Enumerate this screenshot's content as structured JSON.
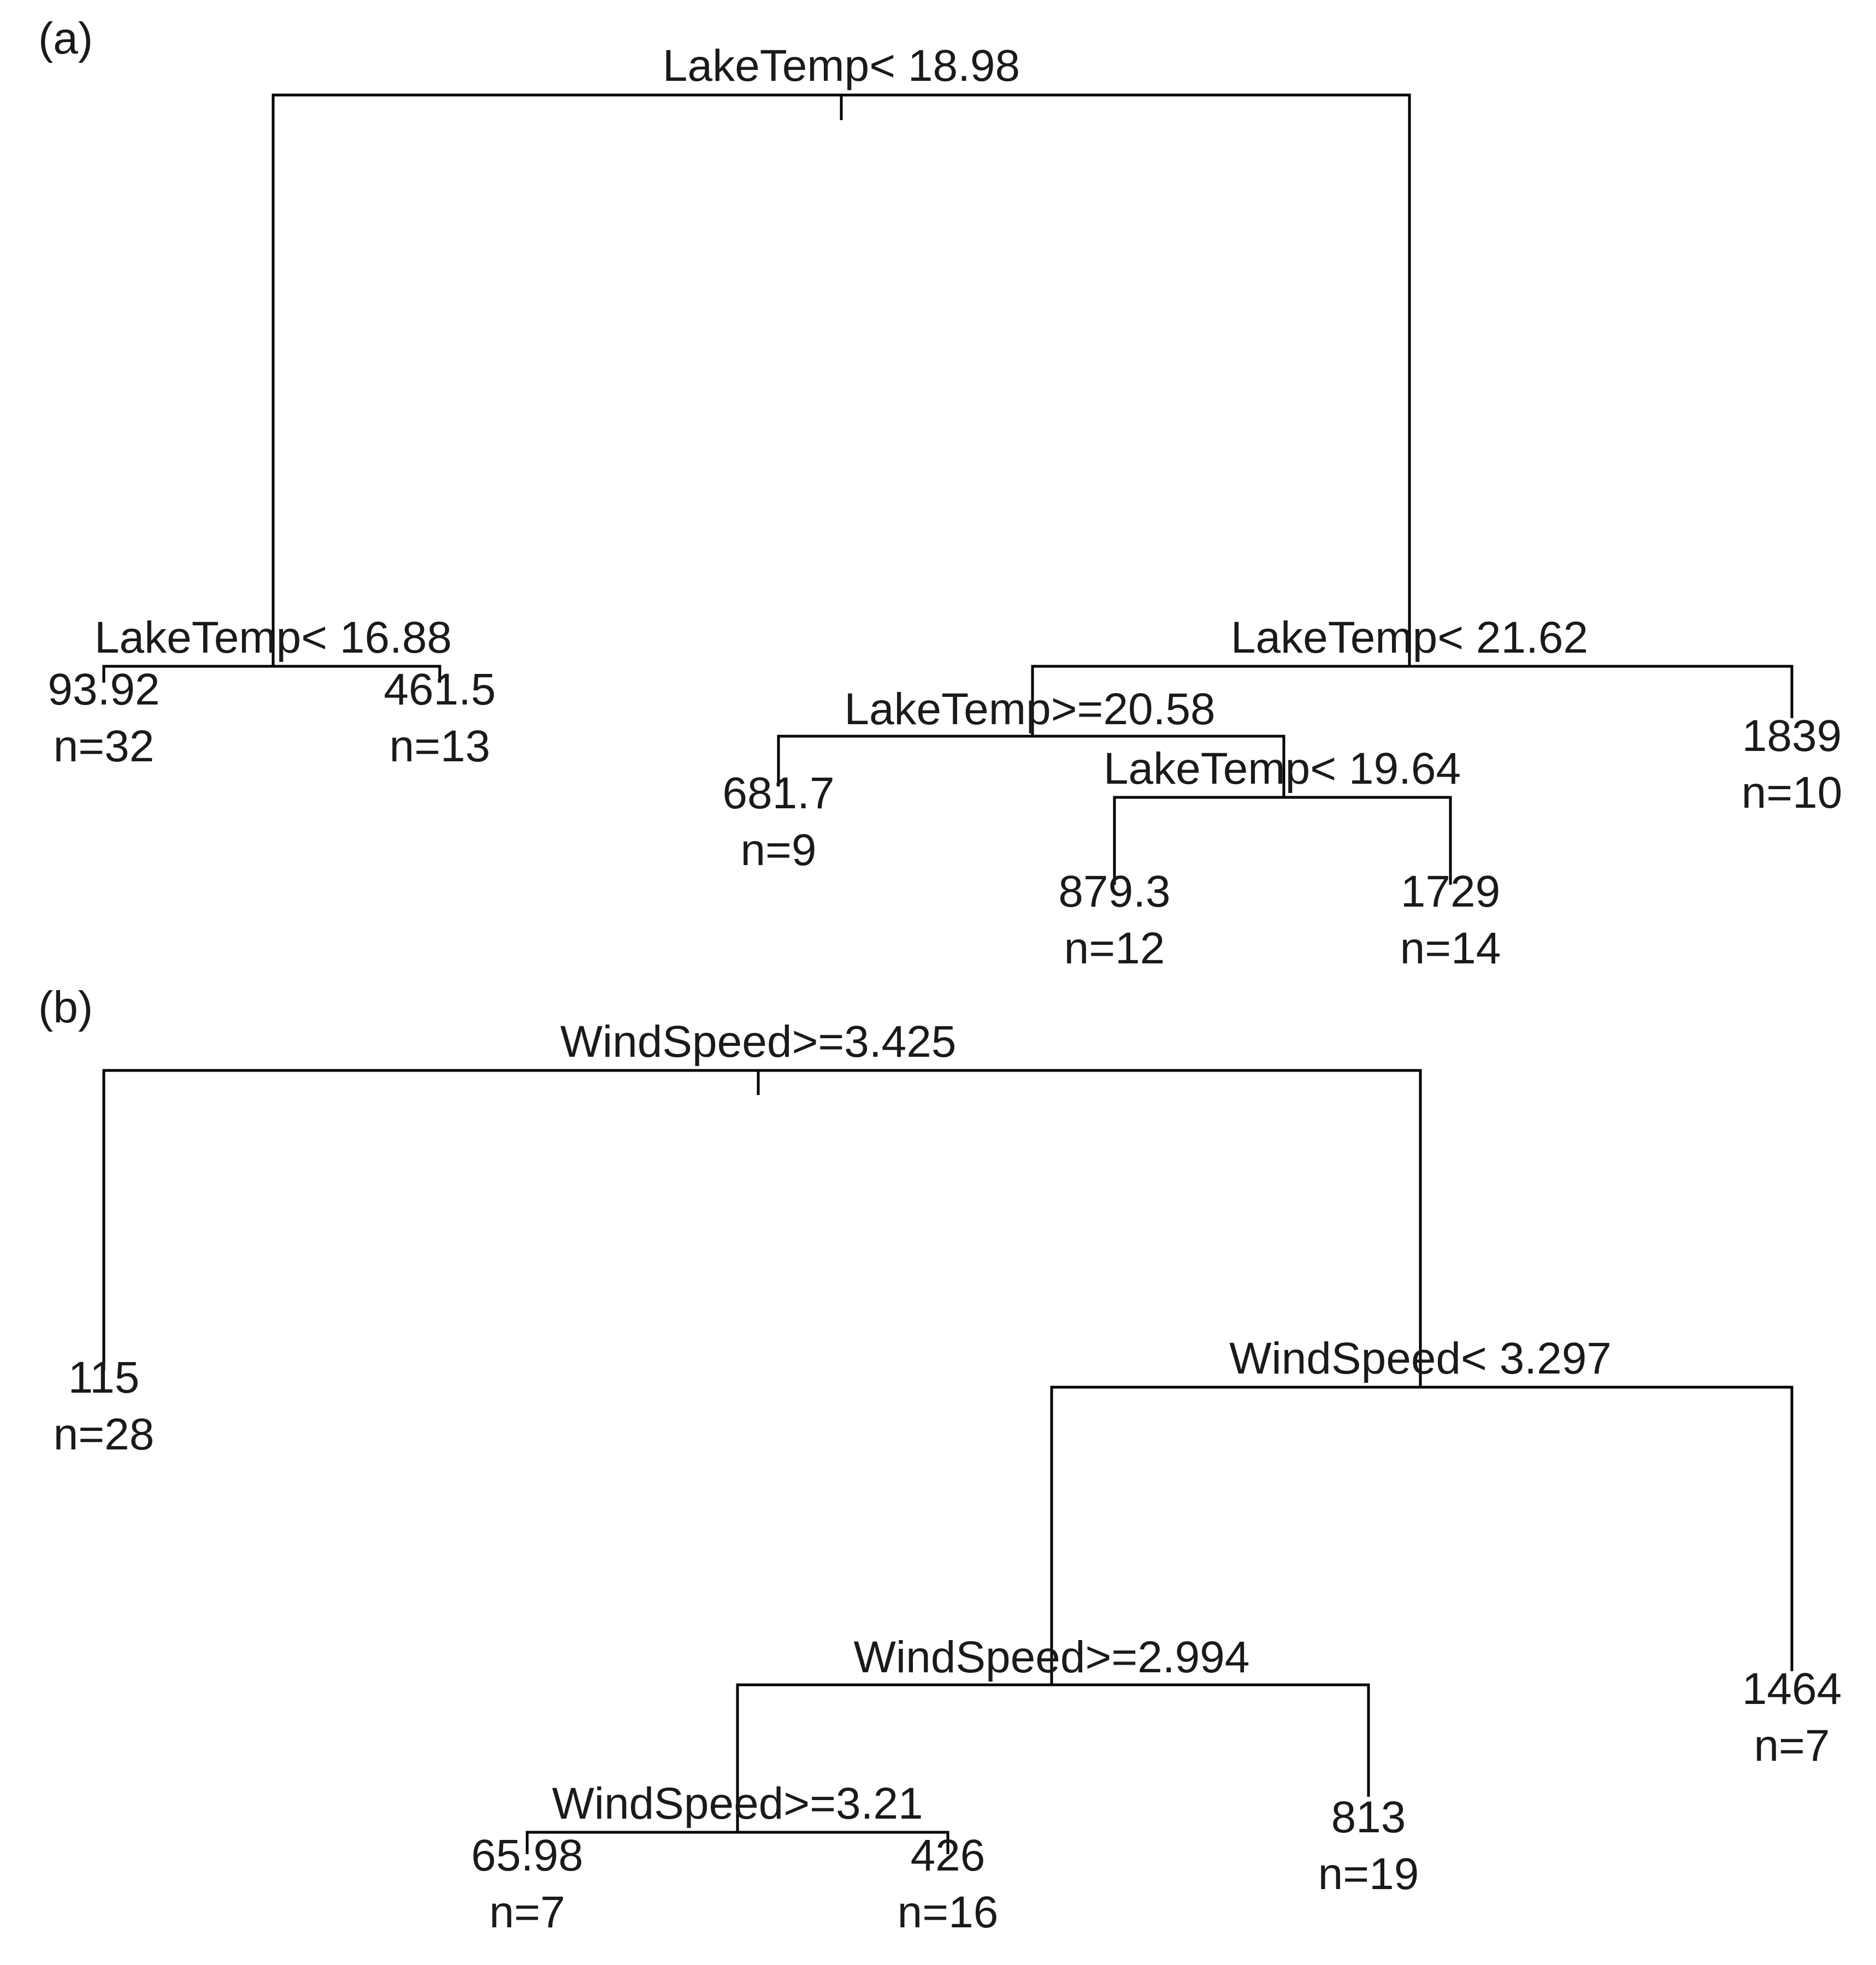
{
  "panels": [
    {
      "label": "(a)",
      "splits": {
        "root": "LakeTemp< 18.98",
        "left": "LakeTemp< 16.88",
        "right": "LakeTemp< 21.62",
        "right_left": "LakeTemp>=20.58",
        "right_left_right": "LakeTemp< 19.64"
      },
      "leaves": [
        {
          "value": "93.92",
          "n": "n=32"
        },
        {
          "value": "461.5",
          "n": "n=13"
        },
        {
          "value": "681.7",
          "n": "n=9"
        },
        {
          "value": "879.3",
          "n": "n=12"
        },
        {
          "value": "1729",
          "n": "n=14"
        },
        {
          "value": "1839",
          "n": "n=10"
        }
      ]
    },
    {
      "label": "(b)",
      "splits": {
        "root": "WindSpeed>=3.425",
        "right": "WindSpeed< 3.297",
        "right_left": "WindSpeed>=2.994",
        "right_left_left": "WindSpeed>=3.21"
      },
      "leaves": [
        {
          "value": "115",
          "n": "n=28"
        },
        {
          "value": "65.98",
          "n": "n=7"
        },
        {
          "value": "426",
          "n": "n=16"
        },
        {
          "value": "813",
          "n": "n=19"
        },
        {
          "value": "1464",
          "n": "n=7"
        }
      ]
    }
  ]
}
